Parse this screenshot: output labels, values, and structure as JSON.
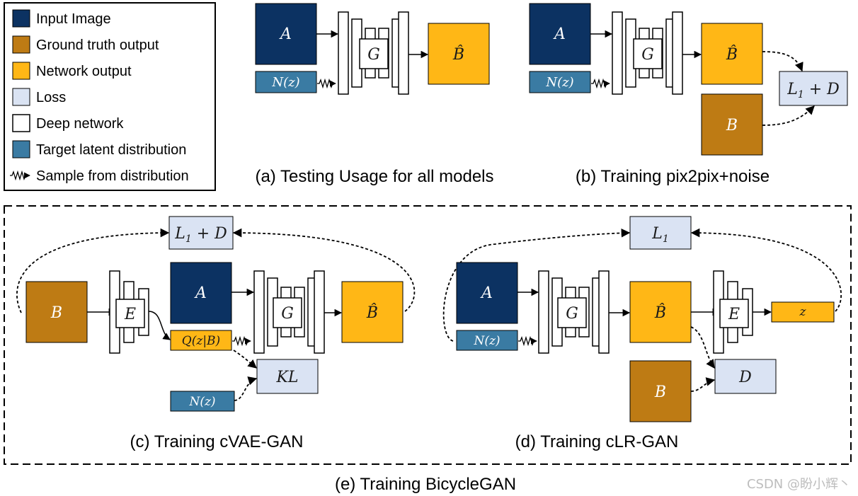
{
  "colors": {
    "input_image": "#0c3262",
    "ground_truth": "#be7b14",
    "network_output": "#ffb716",
    "loss": "#dae3f3",
    "deep_network": "#ffffff",
    "latent": "#3a7ba3",
    "stroke": "#000000"
  },
  "legend": [
    {
      "label": "Input Image",
      "swatch": "input_image"
    },
    {
      "label": "Ground truth output",
      "swatch": "ground_truth"
    },
    {
      "label": "Network output",
      "swatch": "network_output"
    },
    {
      "label": "Loss",
      "swatch": "loss"
    },
    {
      "label": "Deep network",
      "swatch": "deep_network"
    },
    {
      "label": "Target latent distribution",
      "swatch": "latent"
    },
    {
      "label": "Sample from distribution",
      "swatch": "squiggle-arrow-icon"
    }
  ],
  "captions": {
    "a": "(a) Testing Usage for all models",
    "b": "(b) Training pix2pix+noise",
    "c": "(c) Training cVAE-GAN",
    "d": "(d) Training cLR-GAN",
    "e": "(e) Training BicycleGAN"
  },
  "labels": {
    "A": "A",
    "B": "B",
    "B_hat": "B̂",
    "G": "G",
    "E": "E",
    "Nz": "N(z)",
    "Qzb": "Q(z|B)",
    "KL": "KL",
    "D": "D",
    "z": "z",
    "L1": "L",
    "L1_sub": "1",
    "L1D_suffix": " + D"
  },
  "watermark": "CSDN @盼小辉丶"
}
